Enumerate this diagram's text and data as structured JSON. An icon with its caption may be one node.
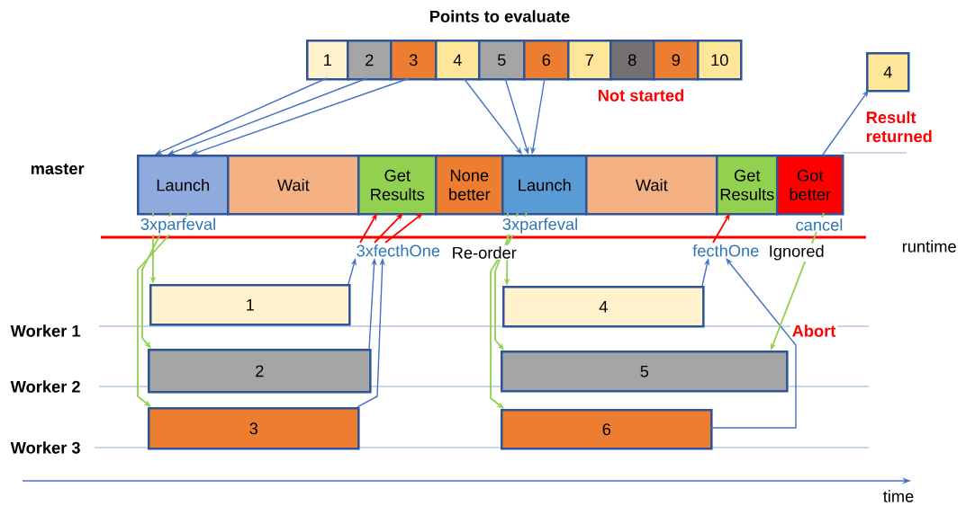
{
  "diagram": {
    "title": "Points to evaluate",
    "nodes": [
      {
        "text": [
          "1"
        ]
      },
      {
        "text": [
          "2"
        ]
      },
      {
        "text": [
          "3"
        ]
      },
      {
        "text": [
          "4"
        ]
      },
      {
        "text": [
          "5"
        ]
      },
      {
        "text": [
          "6"
        ]
      },
      {
        "text": [
          "7"
        ]
      },
      {
        "text": [
          "8"
        ]
      },
      {
        "text": [
          "9"
        ]
      },
      {
        "text": [
          "10"
        ]
      },
      {
        "text": [
          "4"
        ]
      },
      {
        "text": [
          "Launch"
        ]
      },
      {
        "text": [
          "Wait"
        ]
      },
      {
        "text": [
          "Get Results"
        ]
      },
      {
        "text": [
          "None better"
        ]
      },
      {
        "text": [
          "Launch"
        ]
      },
      {
        "text": [
          "Wait"
        ]
      },
      {
        "text": [
          "Get Results"
        ]
      },
      {
        "text": [
          "Got better"
        ]
      },
      {
        "text": [
          "1"
        ]
      },
      {
        "text": [
          "2"
        ]
      },
      {
        "text": [
          "3"
        ]
      },
      {
        "text": [
          "4"
        ]
      },
      {
        "text": [
          "5"
        ]
      },
      {
        "text": [
          "6"
        ]
      },
      {
        "text": [
          "3xfecthOne"
        ]
      },
      {
        "text": [
          "fecthOne"
        ]
      }
    ],
    "edges": [
      {
        "from": 0,
        "to": 11,
        "arrow": "to"
      },
      {
        "from": 1,
        "to": 11,
        "arrow": "to"
      },
      {
        "from": 2,
        "to": 11,
        "arrow": "to"
      },
      {
        "from": 3,
        "to": 15,
        "arrow": "to"
      },
      {
        "from": 4,
        "to": 15,
        "arrow": "to"
      },
      {
        "from": 5,
        "to": 15,
        "arrow": "to"
      },
      {
        "from": 11,
        "to": 19,
        "arrow": "to",
        "color": "#92d050"
      },
      {
        "from": 11,
        "to": 20,
        "arrow": "to",
        "color": "#92d050"
      },
      {
        "from": 11,
        "to": 21,
        "arrow": "to",
        "color": "#92d050"
      },
      {
        "from": 15,
        "to": 22,
        "arrow": "to",
        "color": "#92d050"
      },
      {
        "from": 15,
        "to": 23,
        "arrow": "to",
        "color": "#92d050"
      },
      {
        "from": 15,
        "to": 24,
        "arrow": "to",
        "color": "#92d050"
      },
      {
        "from": 19,
        "to": 25,
        "arrow": "to"
      },
      {
        "from": 20,
        "to": 25,
        "arrow": "to"
      },
      {
        "from": 21,
        "to": 25,
        "arrow": "to"
      },
      {
        "from": 25,
        "to": 13,
        "arrow": "to",
        "color": "#ff0000"
      },
      {
        "from": 25,
        "to": 13,
        "arrow": "to",
        "color": "#ff0000"
      },
      {
        "from": 25,
        "to": 13,
        "arrow": "to",
        "color": "#ff0000"
      },
      {
        "from": 22,
        "to": 26,
        "arrow": "to"
      },
      {
        "from": 24,
        "to": 26,
        "arrow": "to"
      },
      {
        "from": 26,
        "to": 17,
        "arrow": "to",
        "color": "#ff0000"
      },
      {
        "from": 18,
        "to": 23,
        "arrow": "to",
        "color": "#92d050"
      },
      {
        "from": 18,
        "to": 10,
        "arrow": "to"
      }
    ],
    "labels": [
      "Not started",
      "Result returned",
      "master",
      "3xparfeval",
      "3xparfeval",
      "cancel",
      "Re-order",
      "Ignored",
      "runtime",
      "Worker 1",
      "Abort",
      "Worker 2",
      "Worker 3",
      "time"
    ]
  }
}
